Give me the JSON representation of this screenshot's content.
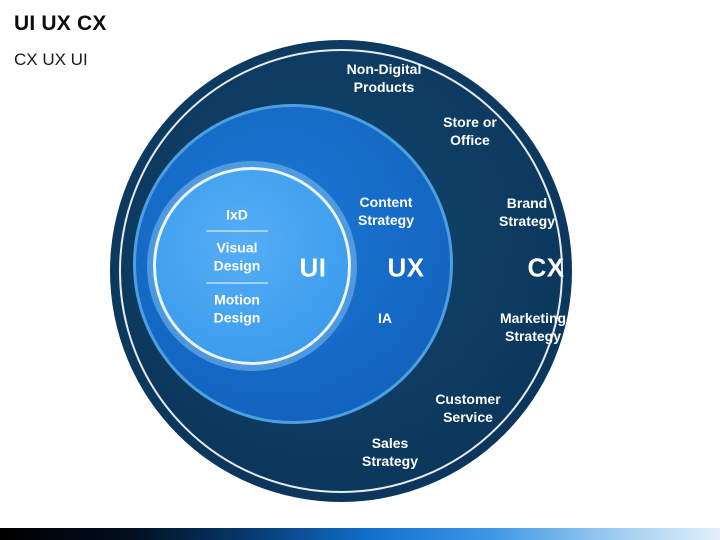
{
  "slide": {
    "title": "UI UX CX",
    "subtitle": "CX UX UI"
  },
  "colors": {
    "cx_circle": "#0d3a60",
    "ux_circle": "#1468c4",
    "ui_circle": "#41a0ef",
    "text": "#ffffff",
    "accent_bar": [
      "#000000",
      "#1272cf",
      "#e2f0fb"
    ]
  },
  "diagram": {
    "cx": {
      "label": "CX",
      "items": {
        "non_digital": "Non-Digital Products",
        "store": "Store or Office",
        "brand": "Brand Strategy",
        "marketing": "Marketing Strategy",
        "customer": "Customer Service",
        "sales": "Sales Strategy"
      }
    },
    "ux": {
      "label": "UX",
      "items": {
        "content": "Content Strategy",
        "ia": "IA"
      }
    },
    "ui": {
      "label": "UI",
      "items": {
        "ixd": "IxD",
        "visual": "Visual Design",
        "motion": "Motion Design"
      }
    }
  }
}
